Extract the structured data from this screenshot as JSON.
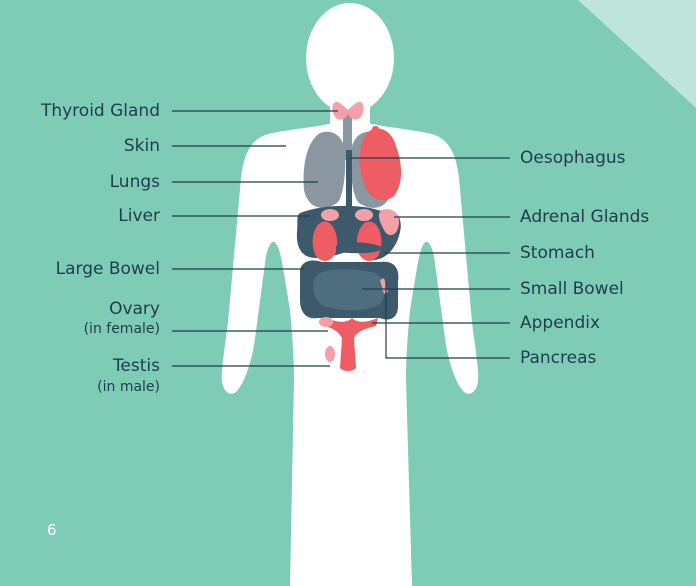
{
  "diagram": {
    "colors": {
      "background": "#7ecbb6",
      "corner": "#bfe4da",
      "body": "#ffffff",
      "organ_dark": "#3c5a6b",
      "organ_grey": "#8a97a0",
      "organ_red": "#ee5c64",
      "organ_pink": "#f4a0a8",
      "text": "#1f3d4c"
    },
    "labels_left": {
      "thyroid": "Thyroid Gland",
      "skin": "Skin",
      "lungs": "Lungs",
      "liver": "Liver",
      "large_bowel": "Large Bowel",
      "ovary": "Ovary",
      "ovary_note": "(in female)",
      "testis": "Testis",
      "testis_note": "(in male)"
    },
    "labels_right": {
      "oesophagus": "Oesophagus",
      "adrenal": "Adrenal Glands",
      "stomach": "Stomach",
      "small_bowel": "Small Bowel",
      "appendix": "Appendix",
      "pancreas": "Pancreas"
    },
    "page_number": "6"
  }
}
